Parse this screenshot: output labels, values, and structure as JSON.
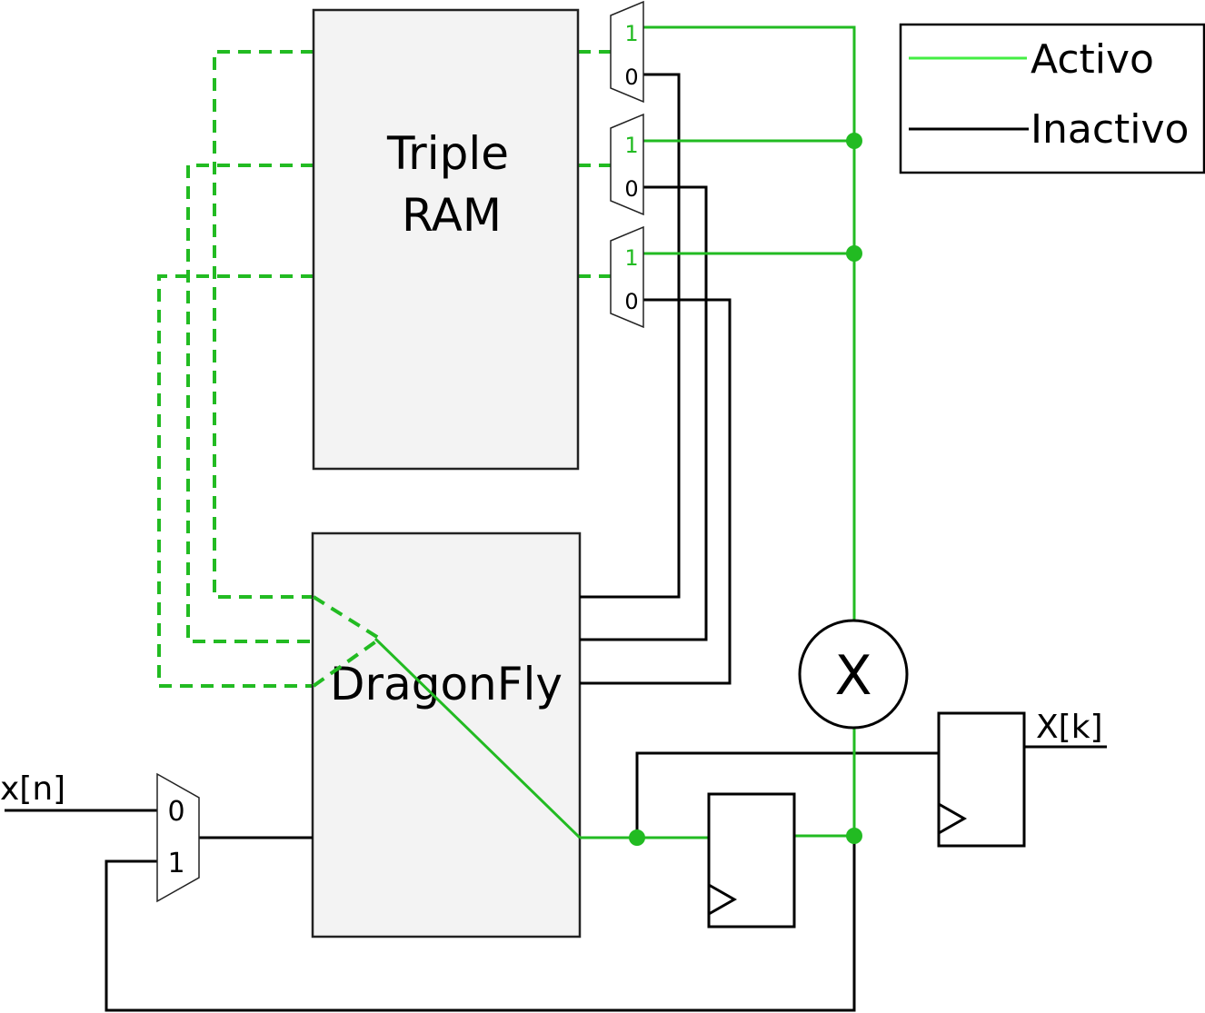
{
  "colors": {
    "active": "#22bb22",
    "active_legend": "#44ee44",
    "inactive": "#000000",
    "block_fill": "#f3f3f3",
    "block_stroke": "#222222"
  },
  "blocks": {
    "triple_ram": {
      "line1": "Triple",
      "line2": "RAM"
    },
    "dragonfly": {
      "label": "DragonFly"
    },
    "multiplier": {
      "label": "X"
    }
  },
  "muxes": {
    "ram_mux_1": {
      "in1": "1",
      "in0": "0"
    },
    "ram_mux_2": {
      "in1": "1",
      "in0": "0"
    },
    "ram_mux_3": {
      "in1": "1",
      "in0": "0"
    },
    "input_mux": {
      "in0": "0",
      "in1": "1"
    }
  },
  "signals": {
    "input": "x[n]",
    "output": "X[k]"
  },
  "legend": {
    "active_label": "Activo",
    "inactive_label": "Inactivo"
  }
}
